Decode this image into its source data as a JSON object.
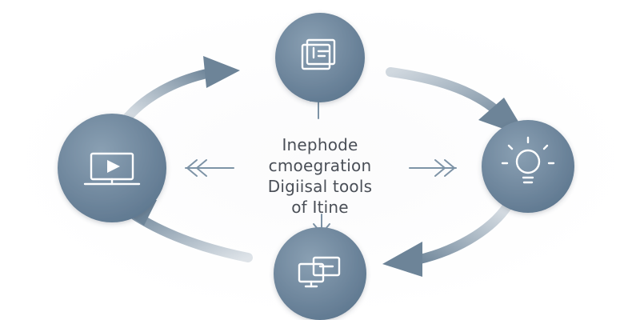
{
  "center": {
    "lines": [
      "Inephode",
      "cmoegration",
      "Digiisal tools",
      "of Itine"
    ]
  },
  "nodes": [
    {
      "id": "top",
      "icon": "document-icon"
    },
    {
      "id": "right",
      "icon": "lightbulb-gear-icon"
    },
    {
      "id": "bottom",
      "icon": "monitor-chat-icon"
    },
    {
      "id": "left",
      "icon": "video-monitor-icon"
    }
  ],
  "colors": {
    "node_fill": "#6f889e",
    "node_fill_light": "#8aa0b3",
    "arrow": "#7d93a6",
    "text": "#4a4f57"
  }
}
